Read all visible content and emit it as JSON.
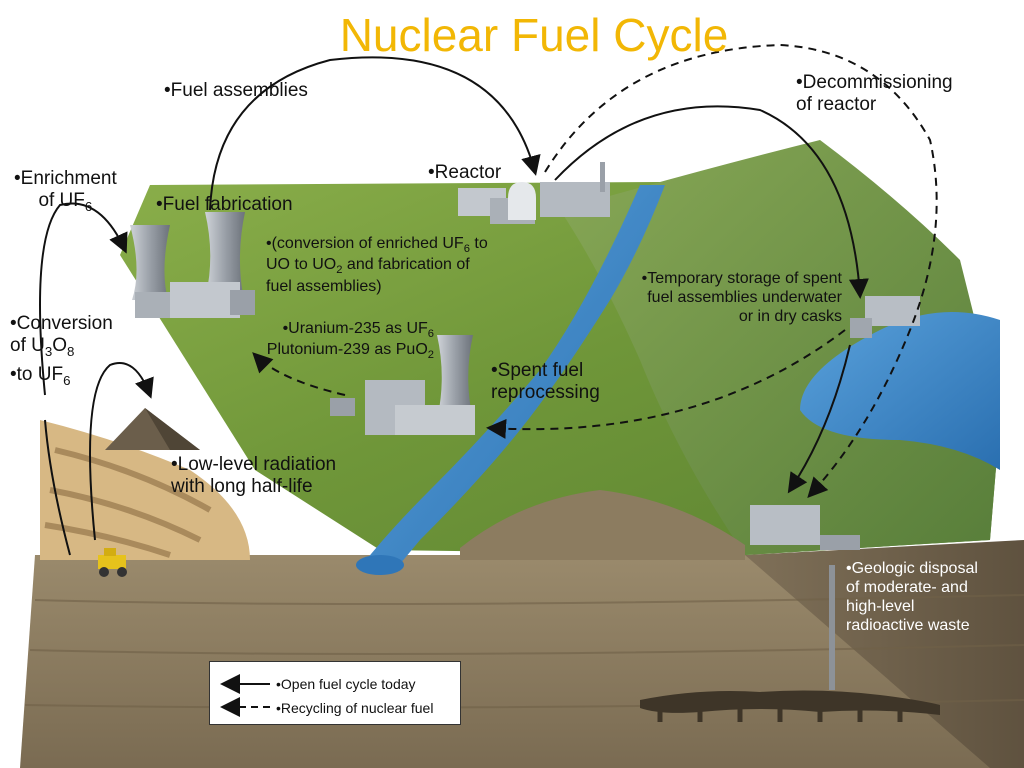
{
  "title": "Nuclear Fuel Cycle",
  "labels": {
    "fuel_assemblies": "•Fuel assemblies",
    "decommissioning_1": "•Decommissioning",
    "decommissioning_2": "of reactor",
    "reactor": "•Reactor",
    "enrichment_1": "•Enrichment",
    "enrichment_2": "of UF",
    "enrichment_2_sub": "6",
    "fuel_fabrication": "•Fuel fabrication",
    "conversion_enriched_1a": "•(conversion of enriched UF",
    "conversion_enriched_1_sub": "6",
    "conversion_enriched_1b": " to",
    "conversion_enriched_2a": "UO to UO",
    "conversion_enriched_2_sub": "2",
    "conversion_enriched_2b": " and fabrication of",
    "conversion_enriched_3": "fuel assemblies)",
    "temporary_storage_1": "•Temporary storage of spent",
    "temporary_storage_2": "fuel assemblies underwater",
    "temporary_storage_3": "or in dry casks",
    "conversion_1": "•Conversion",
    "conversion_2a": "of U",
    "conversion_2_sub1": "3",
    "conversion_2b": "O",
    "conversion_2_sub2": "8",
    "conversion_3a": "•to UF",
    "conversion_3_sub": "6",
    "uranium_1a": "•Uranium-235 as UF",
    "uranium_1_sub": "6",
    "uranium_2a": "Plutonium-239 as PuO",
    "uranium_2_sub": "2",
    "spent_fuel_1": "•Spent fuel",
    "spent_fuel_2": "reprocessing",
    "low_level_1": "•Low-level radiation",
    "low_level_2": "with long half-life",
    "geologic_1": "•Geologic disposal",
    "geologic_2": "of moderate- and",
    "geologic_3": "high-level",
    "geologic_4": "radioactive waste"
  },
  "legend": {
    "open_cycle": "•Open fuel cycle today",
    "recycling": "•Recycling of nuclear fuel"
  },
  "colors": {
    "title": "#f2b705",
    "water": "#2f7fc4",
    "grass": "#6f9a3a",
    "soil": "#8a7a5e"
  }
}
